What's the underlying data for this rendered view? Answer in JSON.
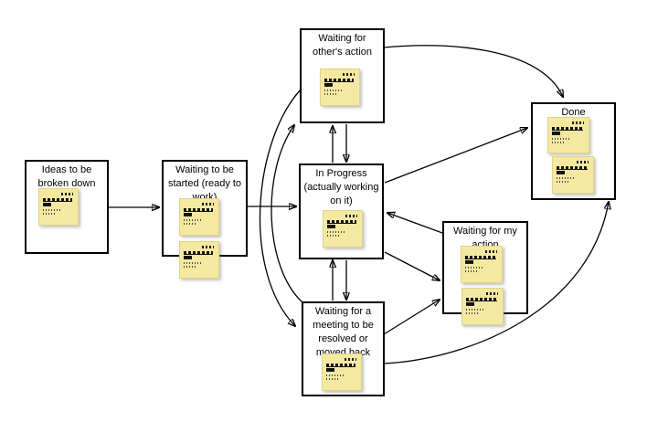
{
  "diagram": {
    "background": "#FFFFFF",
    "colors": {
      "box_border": "#000000",
      "box_fill": "#FFFFFF",
      "arrow": "#000000",
      "sticky_fill": "#F5E9A2",
      "sticky_border": "#E0D488"
    },
    "nodes": [
      {
        "id": "ideas",
        "label": "Ideas to be broken down",
        "sticky_count": 1
      },
      {
        "id": "wstart",
        "label": "Waiting to be started (ready to work)",
        "sticky_count": 2
      },
      {
        "id": "wothers",
        "label": "Waiting for other's action",
        "sticky_count": 1
      },
      {
        "id": "inprog",
        "label": "In Progress (actually working on it)",
        "sticky_count": 1
      },
      {
        "id": "wmy",
        "label": "Waiting for my action",
        "sticky_count": 2
      },
      {
        "id": "wmeet",
        "label": "Waiting for a meeting to be resolved or moved back",
        "sticky_count": 1
      },
      {
        "id": "done",
        "label": "Done",
        "sticky_count": 2
      }
    ],
    "edges": [
      {
        "from": "ideas",
        "to": "wstart"
      },
      {
        "from": "wstart",
        "to": "inprog"
      },
      {
        "from": "inprog",
        "to": "wothers"
      },
      {
        "from": "wothers",
        "to": "inprog"
      },
      {
        "from": "wmeet",
        "to": "inprog"
      },
      {
        "from": "inprog",
        "to": "wmeet"
      },
      {
        "from": "wothers",
        "to": "wmeet"
      },
      {
        "from": "wmeet",
        "to": "wothers"
      },
      {
        "from": "wothers",
        "to": "done"
      },
      {
        "from": "inprog",
        "to": "done"
      },
      {
        "from": "wmy",
        "to": "inprog"
      },
      {
        "from": "inprog",
        "to": "wmy"
      },
      {
        "from": "wmeet",
        "to": "wmy"
      },
      {
        "from": "wmeet",
        "to": "done"
      }
    ]
  }
}
